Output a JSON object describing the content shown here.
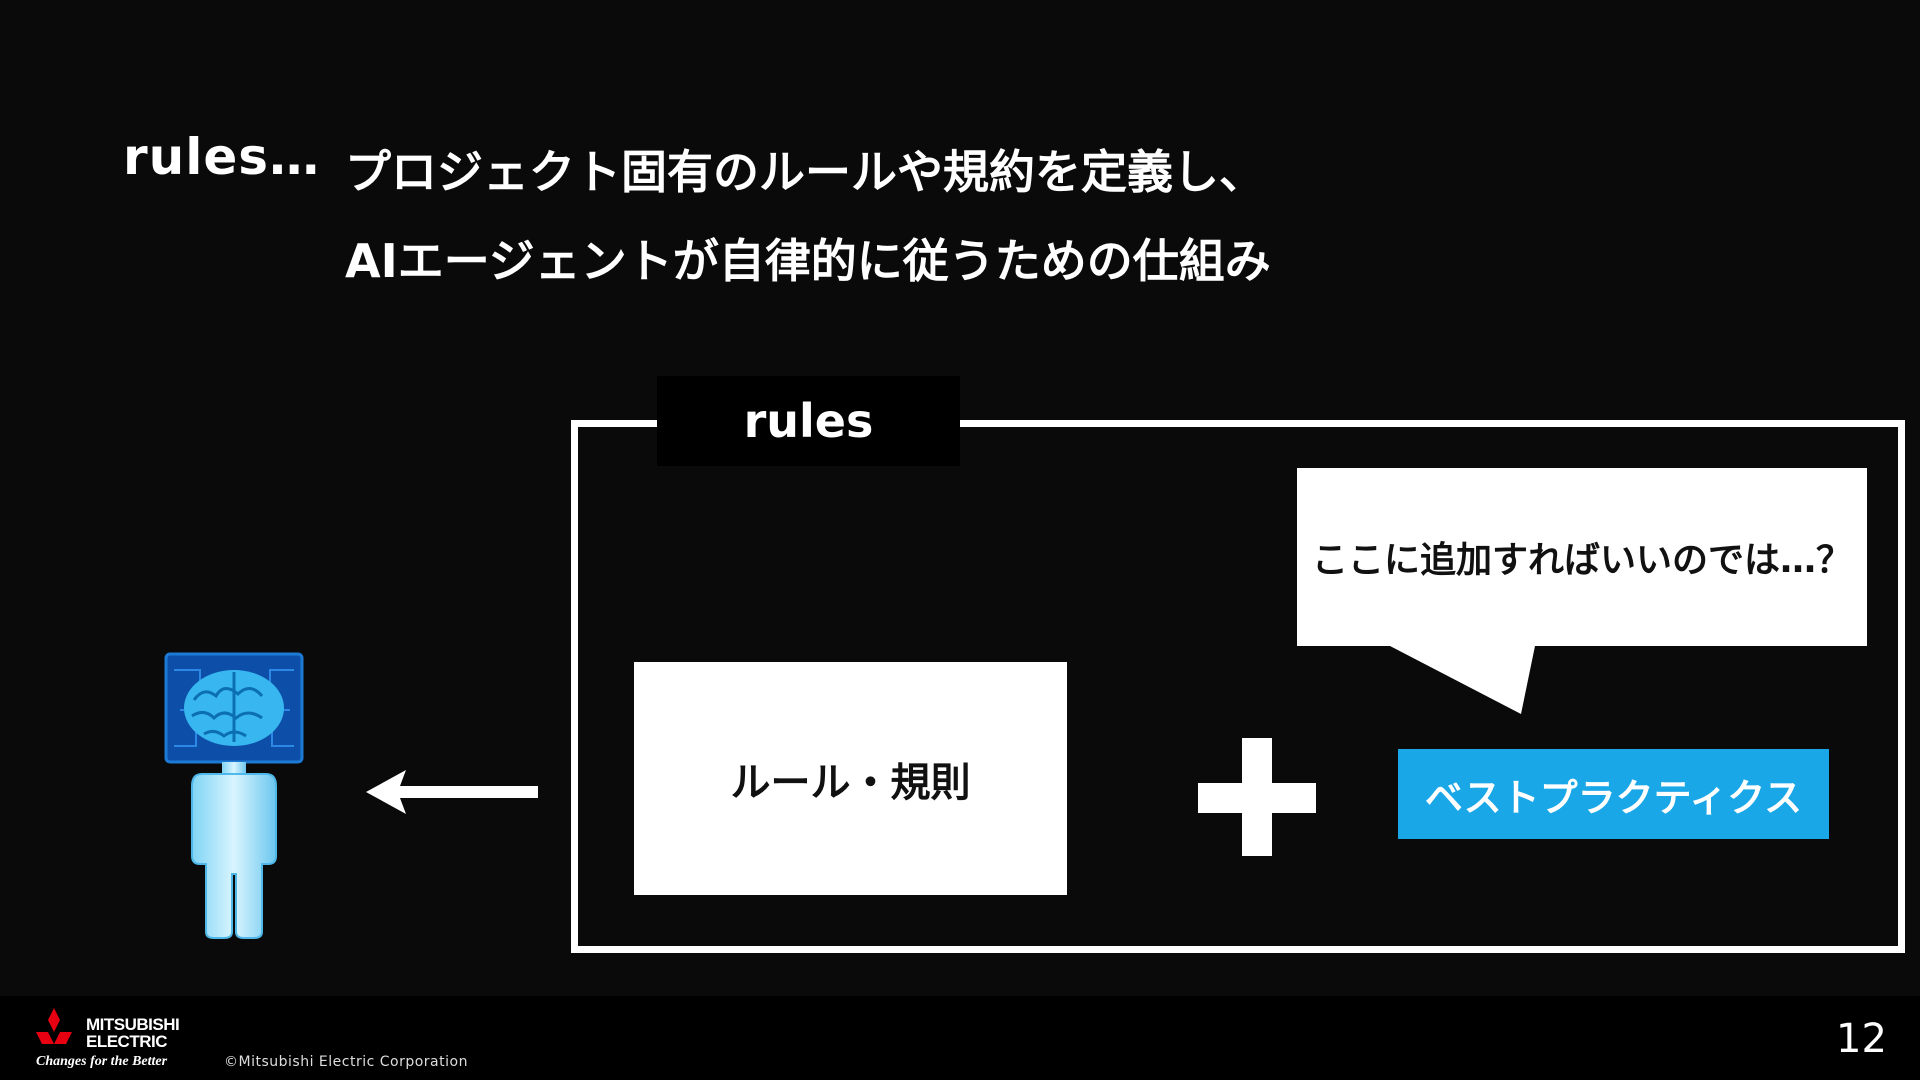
{
  "heading": {
    "lead": "rules…",
    "line1": "プロジェクト固有のルールや規約を定義し、",
    "line2": "AIエージェントが自律的に従うための仕組み"
  },
  "diagram": {
    "frame_label": "rules",
    "rule_box_label": "ルール・規則",
    "best_practice_label": "ベストプラクティクス",
    "speech_bubble_text": "ここに追加すればいいのでは…？",
    "plus_icon": "plus-icon",
    "arrow_icon": "arrow-left-icon",
    "figure_icon": "ai-brain-person-icon",
    "accent_color": "#1aa7e8"
  },
  "footer": {
    "logo_line1": "MITSUBISHI",
    "logo_line2": "ELECTRIC",
    "tagline": "Changes for the Better",
    "copyright": "©Mitsubishi Electric Corporation",
    "page_number": "12"
  }
}
